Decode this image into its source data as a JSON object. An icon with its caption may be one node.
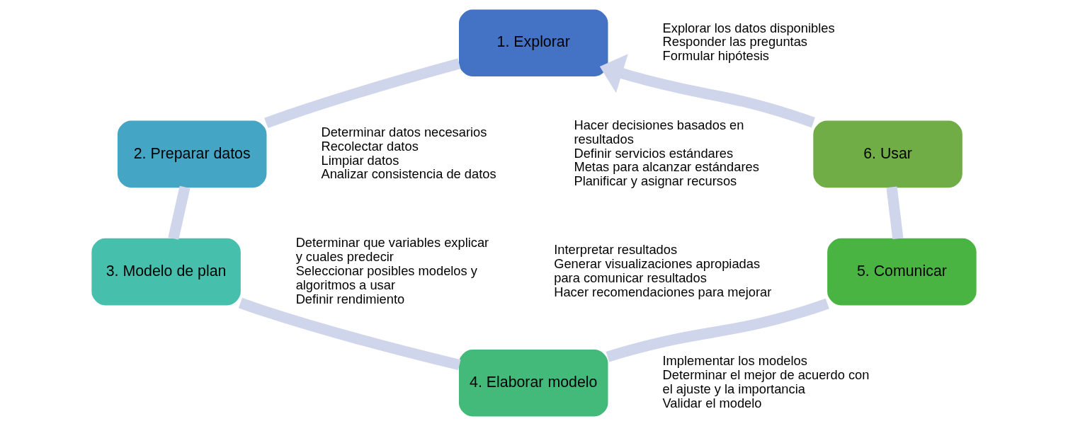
{
  "diagram": {
    "nodes": [
      {
        "text": [
          "1. Explorar"
        ],
        "beside": [
          "Explorar los datos disponibles",
          "Responder las preguntas",
          "Formular hipótesis"
        ]
      },
      {
        "text": [
          "2. Preparar datos"
        ],
        "beside": [
          "Determinar datos necesarios",
          "Recolectar datos",
          "Limpiar datos",
          "Analizar consistencia de datos"
        ]
      },
      {
        "text": [
          "3. Modelo de plan"
        ],
        "beside": [
          "Determinar que variables explicar y cuales predecir",
          "Seleccionar posibles modelos y algoritmos a usar",
          "Definir rendimiento"
        ]
      },
      {
        "text": [
          "4. Elaborar modelo"
        ],
        "beside": [
          "Implementar los modelos",
          "Determinar el mejor de acuerdo con el ajuste y la importancia",
          "Validar el modelo"
        ]
      },
      {
        "text": [
          "5. Comunicar"
        ],
        "beside": [
          "Interpretar resultados",
          "Generar visualizaciones apropiadas para comunicar resultados",
          "Hacer recomendaciones para mejorar"
        ]
      },
      {
        "text": [
          "6. Usar"
        ],
        "beside": [
          "Hacer decisiones basados en resultados",
          "Definir servicios estándares",
          "Metas para alcanzar estándares",
          "Planificar y asignar recursos"
        ]
      }
    ],
    "edges": [
      {
        "from": 0,
        "to": 1,
        "arrow": "none"
      },
      {
        "from": 1,
        "to": 2,
        "arrow": "none"
      },
      {
        "from": 2,
        "to": 3,
        "arrow": "none"
      },
      {
        "from": 3,
        "to": 4,
        "arrow": "none"
      },
      {
        "from": 4,
        "to": 5,
        "arrow": "none"
      },
      {
        "from": 5,
        "to": 0,
        "arrow": "to"
      }
    ]
  }
}
